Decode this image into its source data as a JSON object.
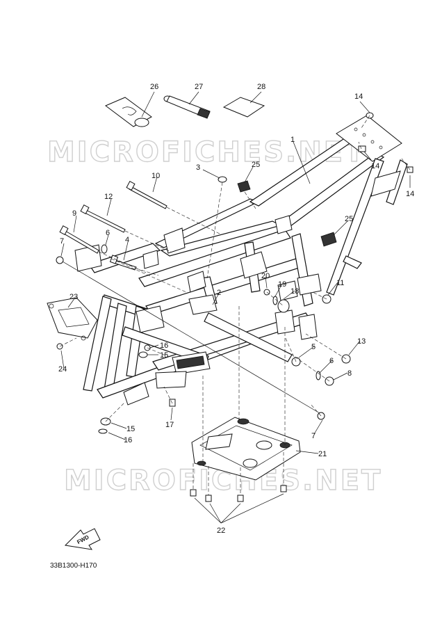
{
  "watermark": {
    "text": "MICROFICHES.NET",
    "color": "#cfcfcf"
  },
  "diagram_code": "33B1300-H170",
  "fwd_label": "FWD",
  "callouts": {
    "c1": "1",
    "c2": "2",
    "c3": "3",
    "c4": "4",
    "c5": "5",
    "c6a": "6",
    "c6b": "6",
    "c7a": "7",
    "c7b": "7",
    "c8": "8",
    "c9": "9",
    "c10": "10",
    "c11": "11",
    "c12": "12",
    "c13": "13",
    "c14a": "14",
    "c14b": "14",
    "c14c": "14",
    "c15a": "15",
    "c15b": "15",
    "c16a": "16",
    "c16b": "16",
    "c17": "17",
    "c18": "18",
    "c19": "19",
    "c20": "20",
    "c21": "21",
    "c22": "22",
    "c23": "23",
    "c24": "24",
    "c25a": "25",
    "c25b": "25",
    "c26": "26",
    "c27": "27",
    "c28": "28"
  },
  "icons": {
    "fwd_arrow": "fwd-arrow-icon",
    "bolt": "bolt-icon",
    "nut": "nut-icon"
  }
}
